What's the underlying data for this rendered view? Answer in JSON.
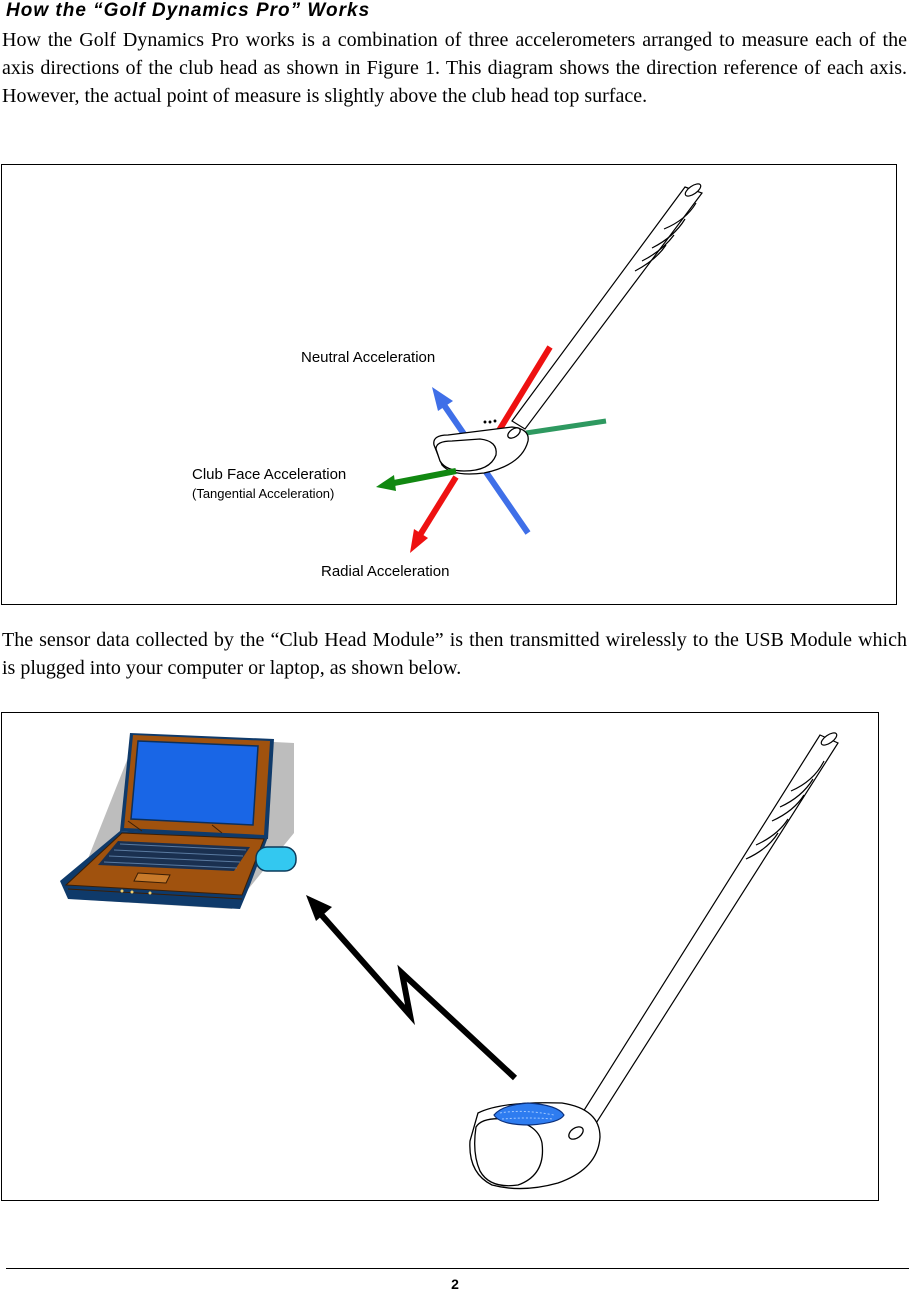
{
  "heading": "How the “Golf Dynamics Pro” Works",
  "paragraph1": "How the Golf Dynamics Pro works is a combination of three accelerometers arranged to measure each of the axis directions of the club head as shown in Figure 1.  This diagram shows the direction reference of each axis. However, the actual point of measure is slightly above the club head top surface.",
  "figure1": {
    "labels": {
      "neutral": "Neutral Acceleration",
      "club_face": "Club Face Acceleration",
      "club_face_sub": "(Tangential Acceleration)",
      "radial": "Radial Acceleration"
    },
    "colors": {
      "radial": "#ee1111",
      "neutral": "#3f6fe8",
      "club_face": "#118811",
      "secondary": "#2e9960"
    }
  },
  "paragraph2": "The sensor data collected by the “Club Head Module” is then transmitted wirelessly to the USB Module which is plugged into your computer or laptop, as shown below.",
  "figure2": {
    "colors": {
      "laptop_body": "#a0520e",
      "laptop_screen": "#1966e6",
      "usb_module": "#33c8f0",
      "sensor_module": "#2e7cf0"
    }
  },
  "footer": {
    "page_number": "2"
  }
}
